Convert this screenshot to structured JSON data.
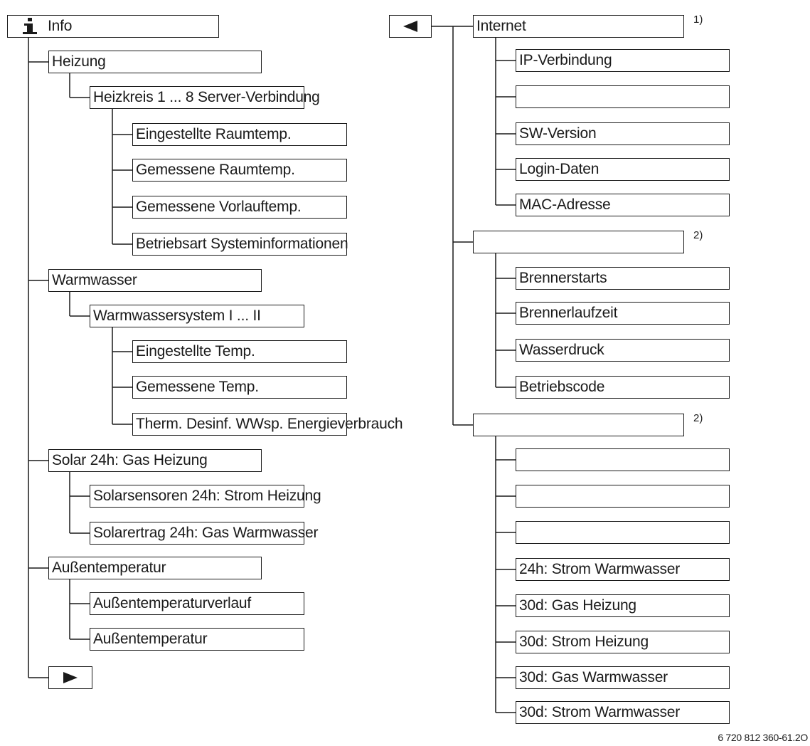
{
  "info": {
    "icon": "info-icon",
    "title": "Info",
    "heizung": {
      "label": "Heizung",
      "heizkreis": "Heizkreis 1 ... 8 Server-Verbindung",
      "items": [
        "Eingestellte Raumtemp.",
        "Gemessene Raumtemp.",
        "Gemessene Vorlauftemp.",
        "Betriebsart Systeminformationen"
      ]
    },
    "warmwasser": {
      "label": "Warmwasser",
      "system": "Warmwassersystem I ... II",
      "items": [
        "Eingestellte Temp.",
        "Gemessene Temp.",
        "Therm. Desinf. WWsp. Energieverbrauch"
      ]
    },
    "solar": {
      "label": "Solar 24h: Gas Heizung",
      "items": [
        "Solarsensoren 24h: Strom Heizung",
        "Solarertrag 24h: Gas Warmwasser"
      ]
    },
    "aussen": {
      "label": "Außentemperatur",
      "items": [
        "Außentemperaturverlauf",
        "Außentemperatur"
      ]
    },
    "next_icon": "arrow-right-icon"
  },
  "right": {
    "back_icon": "arrow-left-icon",
    "internet": {
      "label": "Internet",
      "note": "1)",
      "items": [
        "IP-Verbindung",
        "",
        "SW-Version",
        "Login-Daten",
        "MAC-Adresse"
      ]
    },
    "group2": {
      "label": "",
      "note": "2)",
      "items": [
        "Brennerstarts",
        "Brennerlaufzeit",
        "Wasserdruck",
        "Betriebscode"
      ]
    },
    "group3": {
      "label": "",
      "note": "2)",
      "items": [
        "",
        "",
        "",
        "24h: Strom Warmwasser",
        "30d: Gas Heizung",
        "30d: Strom Heizung",
        "30d: Gas Warmwasser",
        "30d: Strom Warmwasser"
      ]
    }
  },
  "figure_id": "6 720 812 360-61.2O"
}
